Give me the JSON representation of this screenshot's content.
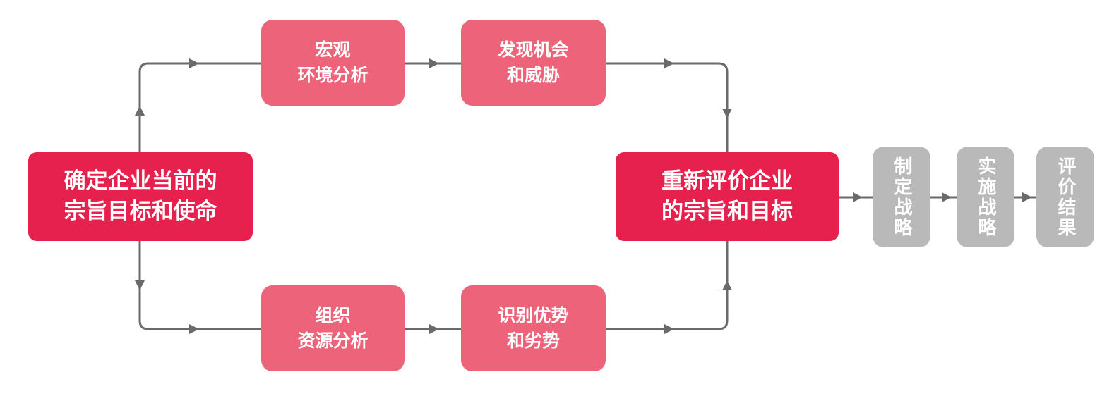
{
  "colors": {
    "primary_red": "#E6214D",
    "pink": "#ED6379",
    "gray_box": "#B9B9B9",
    "arrow": "#6A6A6A",
    "text": "#FFFFFF"
  },
  "nodes": {
    "current_mission": "确定企业当前的\n宗旨目标和使命",
    "macro_environment_analysis": "宏观\n环境分析",
    "opportunities_threats": "发现机会\n和威胁",
    "organization_resource_analysis": "组织\n资源分析",
    "strengths_weaknesses": "识别优势\n和劣势",
    "reevaluate_mission": "重新评价企业\n的宗旨和目标",
    "formulate_strategy": "制定战略",
    "implement_strategy": "实施战略",
    "evaluate_results": "评价结果"
  }
}
